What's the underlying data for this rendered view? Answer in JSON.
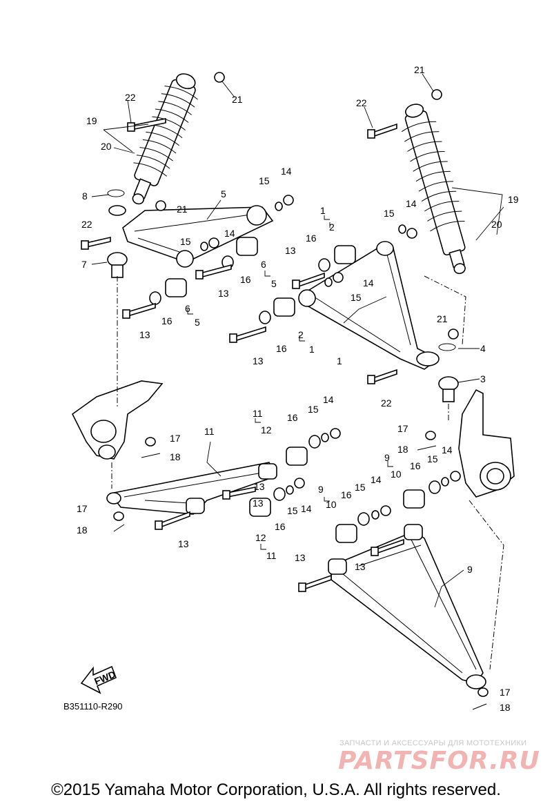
{
  "callouts": {
    "c1a": "1",
    "c1b": "1",
    "c1c": "1",
    "c2a": "2",
    "c2b": "2",
    "c3": "3",
    "c4": "4",
    "c5a": "5",
    "c5b": "5",
    "c5c": "5",
    "c6a": "6",
    "c6b": "6",
    "c7": "7",
    "c8": "8",
    "c9a": "9",
    "c9b": "9",
    "c9c": "9",
    "c10a": "10",
    "c10b": "10",
    "c11a": "11",
    "c11b": "11",
    "c11c": "11",
    "c12a": "12",
    "c12b": "12",
    "c13a": "13",
    "c13b": "13",
    "c13c": "13",
    "c13d": "13",
    "c13e": "13",
    "c13f": "13",
    "c13g": "13",
    "c13h": "13",
    "c14a": "14",
    "c14b": "14",
    "c14c": "14",
    "c14d": "14",
    "c14e": "14",
    "c14f": "14",
    "c14g": "14",
    "c15a": "15",
    "c15b": "15",
    "c15c": "15",
    "c15d": "15",
    "c15e": "15",
    "c15f": "15",
    "c15g": "15",
    "c16a": "16",
    "c16b": "16",
    "c16c": "16",
    "c16d": "16",
    "c16e": "16",
    "c16f": "16",
    "c16g": "16",
    "c16h": "16",
    "c17a": "17",
    "c17b": "17",
    "c17c": "17",
    "c18a": "18",
    "c18b": "18",
    "c18c": "18",
    "c19a": "19",
    "c19b": "19",
    "c20a": "20",
    "c20b": "20",
    "c21a": "21",
    "c21b": "21",
    "c21c": "21",
    "c21d": "21",
    "c22a": "22",
    "c22b": "22",
    "c22c": "22",
    "c22d": "22"
  },
  "fwd_label": "FWD",
  "diagram_code": "B351110-R290",
  "watermark": {
    "tagline": "ЗАПЧАСТИ И АКСЕССУАРЫ ДЛЯ МОТОТЕХНИКИ",
    "logo": "PARTSFOR.RU"
  },
  "copyright": "©2015 Yamaha Motor Corporation, U.S.A. All rights reserved."
}
